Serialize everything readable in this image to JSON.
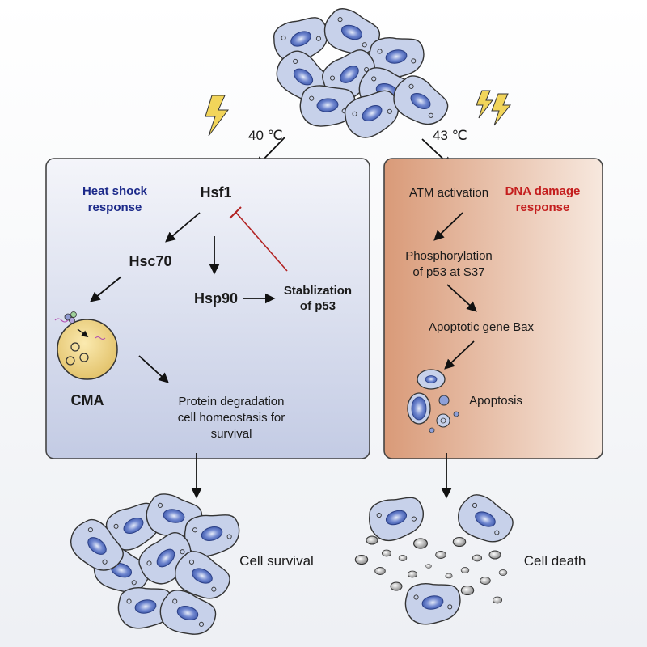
{
  "top": {
    "temp_left": "40 ℃",
    "temp_right": "43 ℃"
  },
  "left_panel": {
    "heading_line1": "Heat shock",
    "heading_line2": "response",
    "hsf1": "Hsf1",
    "hsc70": "Hsc70",
    "hsp90": "Hsp90",
    "stab_line1": "Stablization",
    "stab_line2": "of p53",
    "cma": "CMA",
    "protein_line1": "Protein degradation",
    "protein_line2": "cell homeostasis for",
    "protein_line3": "survival"
  },
  "right_panel": {
    "atm": "ATM activation",
    "heading_line1": "DNA damage",
    "heading_line2": "response",
    "phospho_line1": "Phosphorylation",
    "phospho_line2": "of p53 at S37",
    "bax": "Apoptotic gene Bax",
    "apoptosis": "Apoptosis"
  },
  "outcomes": {
    "left": "Cell survival",
    "right": "Cell death"
  },
  "colors": {
    "left_panel_top": "#f4f5fa",
    "left_panel_bottom": "#c3cbe4",
    "right_panel_left": "#d99a78",
    "right_panel_right": "#f7e8de",
    "heat_heading": "#1c2a8a",
    "dna_heading": "#c41e1e",
    "inhibit_line": "#b22222",
    "cell_fill": "#c7d1ea",
    "nucleus": "#5c74c4",
    "lightning": "#f2d55a",
    "cma_fill": "#f0d88a"
  }
}
